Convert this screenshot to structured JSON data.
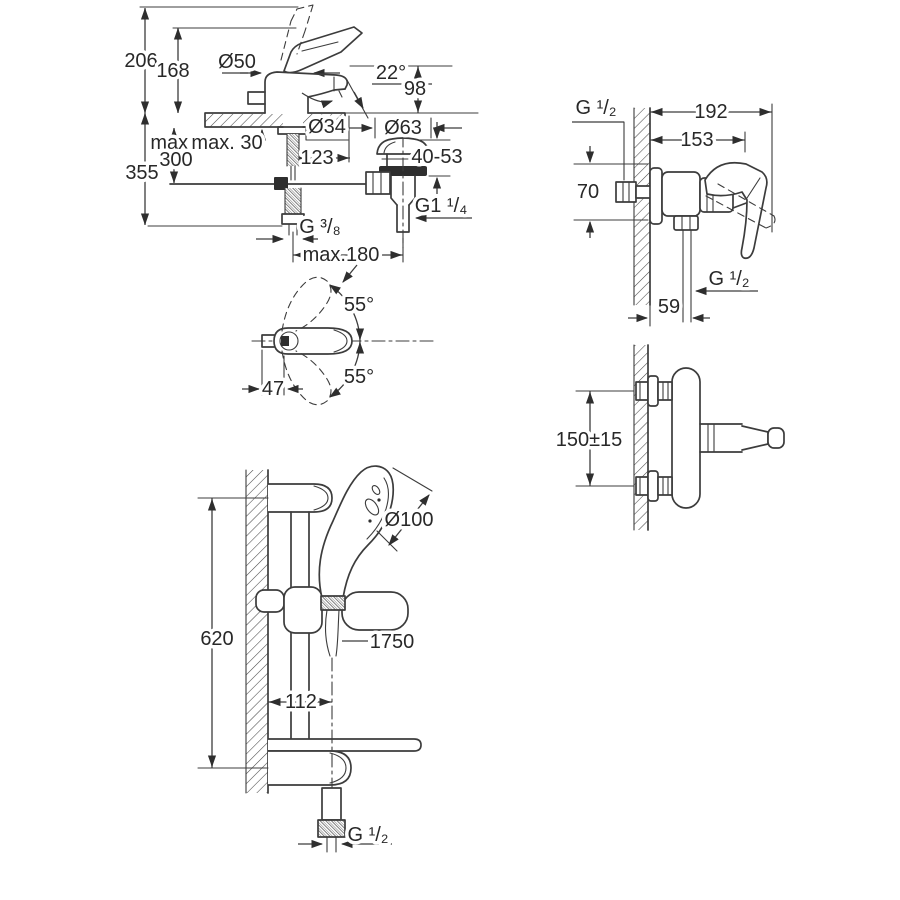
{
  "sheet": {
    "type": "technical dimensional drawing",
    "colors": {
      "line": "#3c3c3c",
      "text": "#282828",
      "background": "#ffffff"
    }
  },
  "drawings": {
    "basin_side": {
      "labels": {
        "overall_height": "206",
        "lever_height": "168",
        "base_diameter": "Ø50",
        "spout_angle": "22°",
        "outlet_height": "98",
        "mounting_hole_diameter": "Ø34",
        "waste_flange_diameter": "Ø63",
        "deck_thickness_max": "max. 30",
        "rod_length_max_prefix": "max.",
        "rod_length_max": "300",
        "install_height": "355",
        "spout_projection": "123",
        "waste_adjustment": "40-53",
        "waste_thread": "G1 ¹/₄",
        "supply_thread": "G ³/₈",
        "center_offset_max": "max.180"
      }
    },
    "basin_top": {
      "labels": {
        "swivel_up": "55°",
        "swivel_down": "55°",
        "handle_offset": "47"
      }
    },
    "shower_side": {
      "labels": {
        "inlet_thread": "G ¹/₂",
        "overall_depth": "192",
        "body_depth": "153",
        "union_height": "70",
        "outlet_thread": "G ¹/₂",
        "outlet_offset": "59"
      }
    },
    "shower_top": {
      "labels": {
        "union_spacing": "150±15"
      }
    },
    "rail_set": {
      "labels": {
        "bar_length": "620",
        "head_diameter": "Ø100",
        "hose_length": "1750",
        "wall_clearance": "112",
        "hose_thread": "G ¹/₂"
      }
    }
  }
}
